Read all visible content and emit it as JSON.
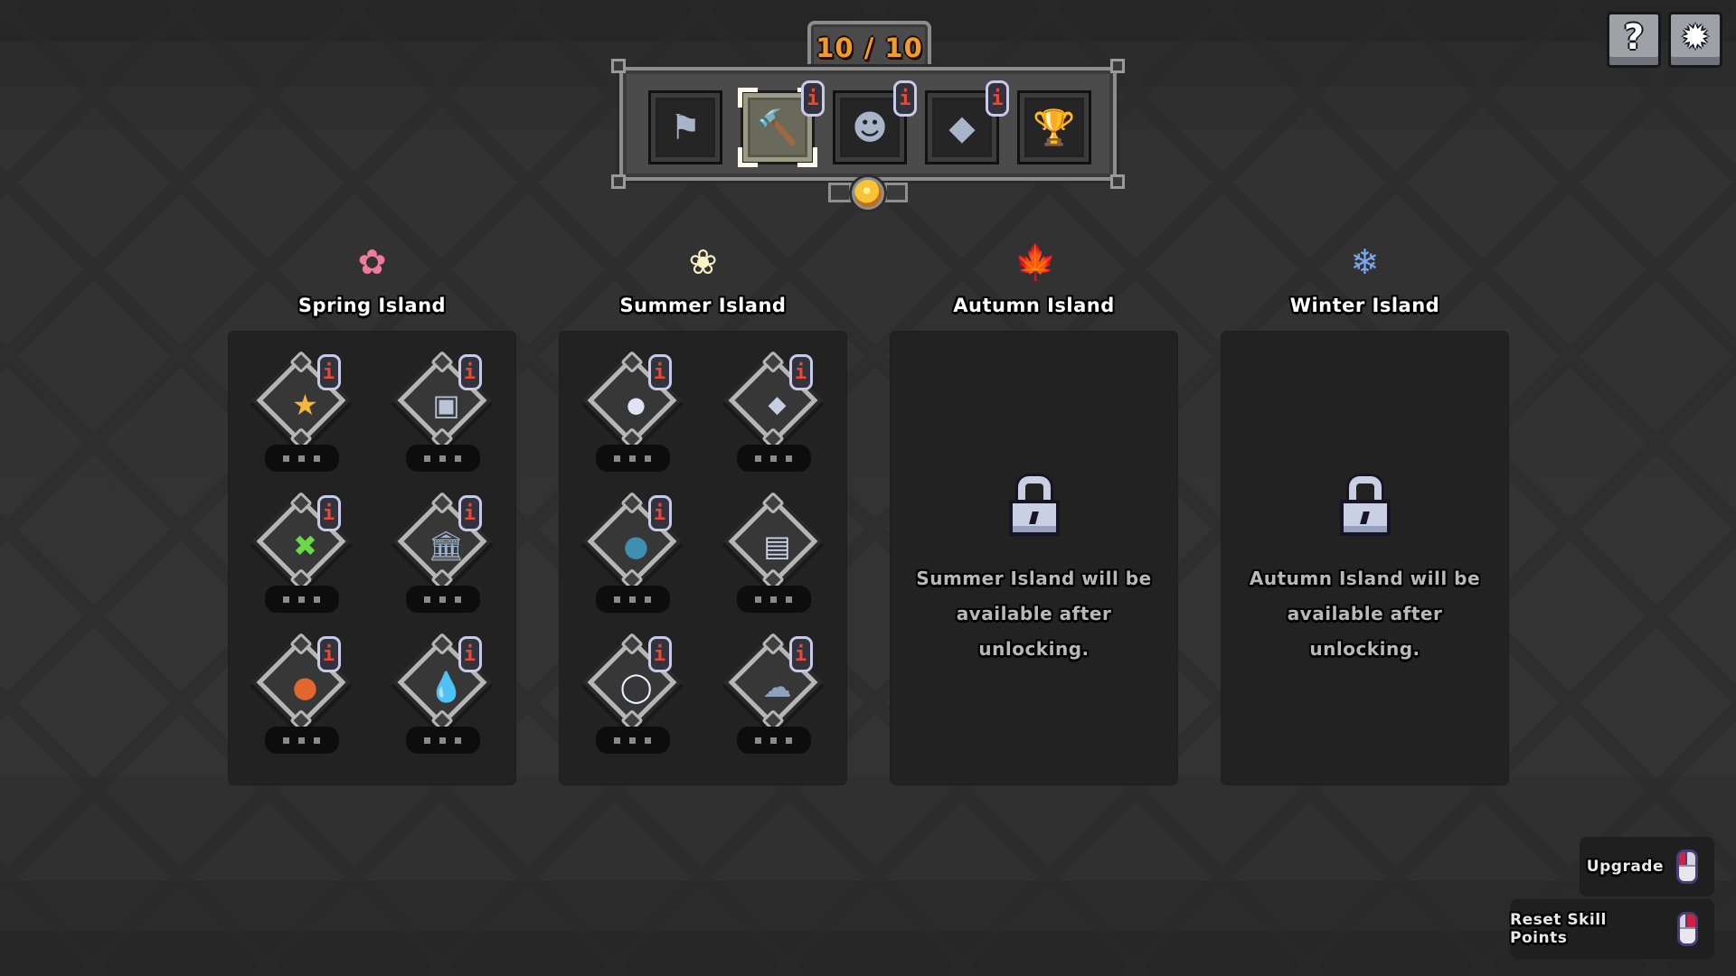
{
  "top_bar": {
    "help_icon": "question-mark-icon",
    "help_glyph": "?",
    "settings_icon": "gear-icon",
    "settings_glyph": "✹"
  },
  "skill_bar": {
    "points_counter": "10 / 10",
    "selected_index": 1,
    "slots": [
      {
        "name": "flag",
        "icon": "flag-icon",
        "glyph": "⚑",
        "has_info": false
      },
      {
        "name": "hammer",
        "icon": "hammer-icon",
        "glyph": "🔨",
        "has_info": true,
        "info_glyph": "i"
      },
      {
        "name": "statue",
        "icon": "statue-bust-icon",
        "glyph": "☻",
        "has_info": true,
        "info_glyph": "i"
      },
      {
        "name": "gem",
        "icon": "diamond-gem-icon",
        "glyph": "◆",
        "has_info": true,
        "info_glyph": "i"
      },
      {
        "name": "trophy",
        "icon": "trophy-icon",
        "glyph": "🏆",
        "has_info": false
      }
    ],
    "coin_icon": "gold-coin-icon"
  },
  "islands": [
    {
      "title": "Spring Island",
      "icon": "pink-flower-icon",
      "glyph": "✿",
      "color": "#f07aa0",
      "locked": false,
      "skills": [
        {
          "icon": "star-icon",
          "glyph": "★",
          "color": "#f5b63a",
          "has_info": true,
          "level": "..."
        },
        {
          "icon": "cube-icon",
          "glyph": "▣",
          "color": "#b9c4d8",
          "has_info": true,
          "level": "..."
        },
        {
          "icon": "clover-icon",
          "glyph": "✖",
          "color": "#6ad84a",
          "has_info": true,
          "level": "..."
        },
        {
          "icon": "temple-icon",
          "glyph": "🏛",
          "color": "#9db2d0",
          "has_info": true,
          "level": "..."
        },
        {
          "icon": "kettlebell-icon",
          "glyph": "●",
          "color": "#e0682e",
          "has_info": true,
          "level": "..."
        },
        {
          "icon": "seed-drop-icon",
          "glyph": "💧",
          "color": "#eef0ea",
          "has_info": true,
          "level": "..."
        }
      ]
    },
    {
      "title": "Summer Island",
      "icon": "white-flower-icon",
      "glyph": "❀",
      "color": "#fbf2c6",
      "locked": false,
      "skills": [
        {
          "icon": "pearl-icon",
          "glyph": "●",
          "color": "#dfe3f2",
          "has_info": true,
          "level": "..."
        },
        {
          "icon": "crystal-icon",
          "glyph": "◆",
          "color": "#c7d0e2",
          "has_info": true,
          "level": "..."
        },
        {
          "icon": "bag-icon",
          "glyph": "●",
          "color": "#3f8fb0",
          "has_info": true,
          "level": "..."
        },
        {
          "icon": "chest-icon",
          "glyph": "▤",
          "color": "#cdd6ea",
          "has_info": false,
          "level": "..."
        },
        {
          "icon": "magnifier-icon",
          "glyph": "◯",
          "color": "#eef3ff",
          "has_info": true,
          "level": "..."
        },
        {
          "icon": "rain-cloud-icon",
          "glyph": "☁",
          "color": "#8ea1bd",
          "has_info": true,
          "level": "..."
        }
      ]
    },
    {
      "title": "Autumn Island",
      "icon": "maple-leaf-icon",
      "glyph": "🍁",
      "color": "#f0803a",
      "locked": true,
      "lock_icon": "padlock-icon",
      "locked_message": "Summer Island will be available after unlocking."
    },
    {
      "title": "Winter Island",
      "icon": "snowflake-icon",
      "glyph": "❄",
      "color": "#7aa8f0",
      "locked": true,
      "lock_icon": "padlock-icon",
      "locked_message": "Autumn Island will be available after unlocking."
    }
  ],
  "info_glyph": "i",
  "actions": {
    "upgrade": {
      "label": "Upgrade",
      "input_icon": "mouse-left-click-icon"
    },
    "reset": {
      "label": "Reset Skill Points",
      "input_icon": "mouse-right-click-icon"
    }
  },
  "colors": {
    "background": "#313131",
    "panel": "#222222",
    "counter_text": "#f49a2a",
    "info_badge_text": "#e84a36",
    "info_badge_border": "#c7cbe9",
    "diamond_border": "#b6b6b6",
    "locked_text": "#b8b8b8"
  }
}
